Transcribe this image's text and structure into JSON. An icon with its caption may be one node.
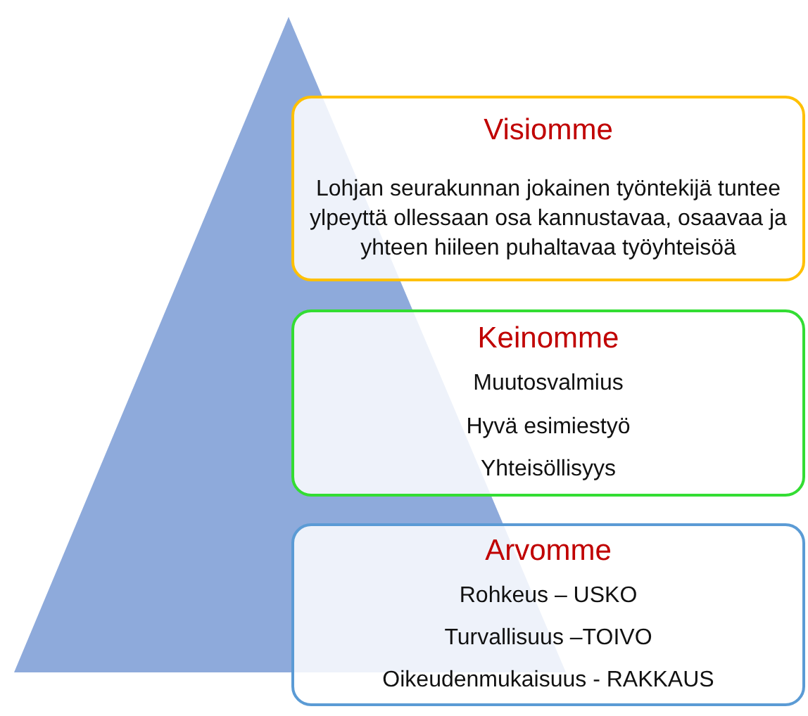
{
  "diagram": {
    "nodes": [
      {
        "text": [
          "Visiomme",
          "Lohjan seurakunnan jokainen työntekijä tuntee ylpeyttä ollessaan osa kannustavaa, osaavaa ja yhteen hiileen puhaltavaa työyhteisöä"
        ]
      },
      {
        "text": [
          "Keinomme",
          "Muutosvalmius",
          "Hyvä esimiestyö",
          "Yhteisöllisyys"
        ]
      },
      {
        "text": [
          "Arvomme",
          "Rohkeus – USKO",
          "Turvallisuus –TOIVO",
          "Oikeudenmukaisuus - RAKKAUS"
        ]
      }
    ]
  }
}
